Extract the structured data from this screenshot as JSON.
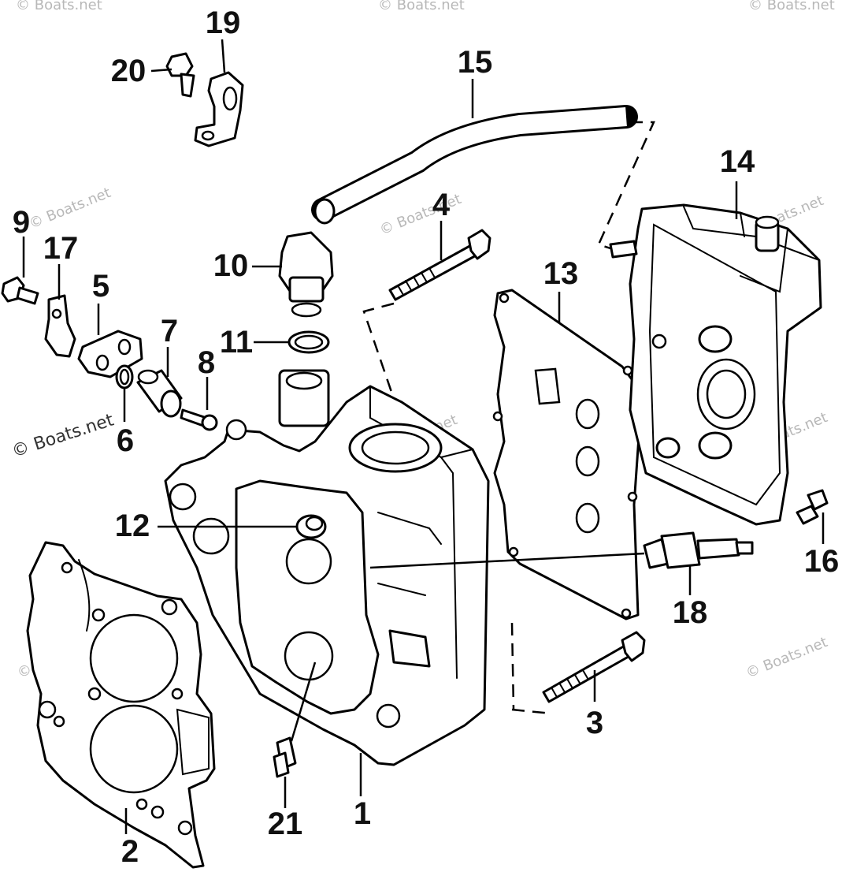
{
  "watermarks": {
    "main": "© Boats.net",
    "faint": "© Boats.net"
  },
  "callouts": [
    {
      "id": "1",
      "label": "1"
    },
    {
      "id": "2",
      "label": "2"
    },
    {
      "id": "3",
      "label": "3"
    },
    {
      "id": "4",
      "label": "4"
    },
    {
      "id": "5",
      "label": "5"
    },
    {
      "id": "6",
      "label": "6"
    },
    {
      "id": "7",
      "label": "7"
    },
    {
      "id": "8",
      "label": "8"
    },
    {
      "id": "9",
      "label": "9"
    },
    {
      "id": "10",
      "label": "10"
    },
    {
      "id": "11",
      "label": "11"
    },
    {
      "id": "12",
      "label": "12"
    },
    {
      "id": "13",
      "label": "13"
    },
    {
      "id": "14",
      "label": "14"
    },
    {
      "id": "15",
      "label": "15"
    },
    {
      "id": "16",
      "label": "16"
    },
    {
      "id": "17",
      "label": "17"
    },
    {
      "id": "18",
      "label": "18"
    },
    {
      "id": "19",
      "label": "19"
    },
    {
      "id": "20",
      "label": "20"
    },
    {
      "id": "21",
      "label": "21"
    }
  ]
}
